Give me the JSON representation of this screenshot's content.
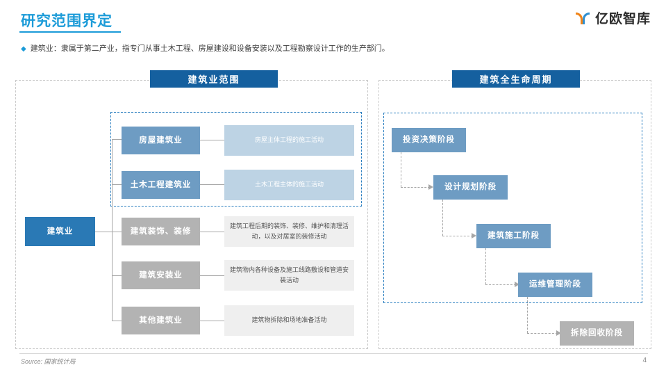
{
  "header": {
    "title": "研究范围界定",
    "bullet_glyph": "◆",
    "subtitle": "建筑业：隶属于第二产业，指专门从事土木工程、房屋建设和设备安装以及工程勘察设计工作的生产部门。",
    "accent_color": "#1b9bd8"
  },
  "logo": {
    "text": "亿欧智库",
    "mark_color_orange": "#f08419",
    "mark_color_blue": "#2f8fd0"
  },
  "left_panel": {
    "banner": "建筑业范围",
    "banner_color": "#15609f",
    "root": {
      "label": "建筑业",
      "color": "#2a79b5"
    },
    "rows": [
      {
        "category": "房屋建筑业",
        "category_color": "#6e9cc3",
        "description": "房屋主体工程的施工活动",
        "description_color": "#bdd3e4",
        "in_scope": true
      },
      {
        "category": "土木工程建筑业",
        "category_color": "#6e9cc3",
        "description": "土木工程主体的施工活动",
        "description_color": "#bdd3e4",
        "in_scope": true
      },
      {
        "category": "建筑装饰、装修",
        "category_color": "#b3b3b3",
        "description": "建筑工程后期的装饰、装修、维护和清理活动，以及对居室的装修活动",
        "description_color": "#efefef",
        "in_scope": false
      },
      {
        "category": "建筑安装业",
        "category_color": "#b3b3b3",
        "description": "建筑物内各种设备及施工线路敷设和管道安装活动",
        "description_color": "#efefef",
        "in_scope": false
      },
      {
        "category": "其他建筑业",
        "category_color": "#b3b3b3",
        "description": "建筑物拆除和场地准备活动",
        "description_color": "#efefef",
        "in_scope": false
      }
    ]
  },
  "right_panel": {
    "banner": "建筑全生命周期",
    "banner_color": "#15609f",
    "stages": [
      {
        "label": "投资决策阶段",
        "color": "#6e9cc3",
        "in_scope": true
      },
      {
        "label": "设计规划阶段",
        "color": "#6e9cc3",
        "in_scope": true
      },
      {
        "label": "建筑施工阶段",
        "color": "#6e9cc3",
        "in_scope": true
      },
      {
        "label": "运维管理阶段",
        "color": "#6e9cc3",
        "in_scope": true
      },
      {
        "label": "拆除回收阶段",
        "color": "#b3b3b3",
        "in_scope": false
      }
    ]
  },
  "footer": {
    "source": "Source: 国家统计局",
    "page_number": "4"
  }
}
